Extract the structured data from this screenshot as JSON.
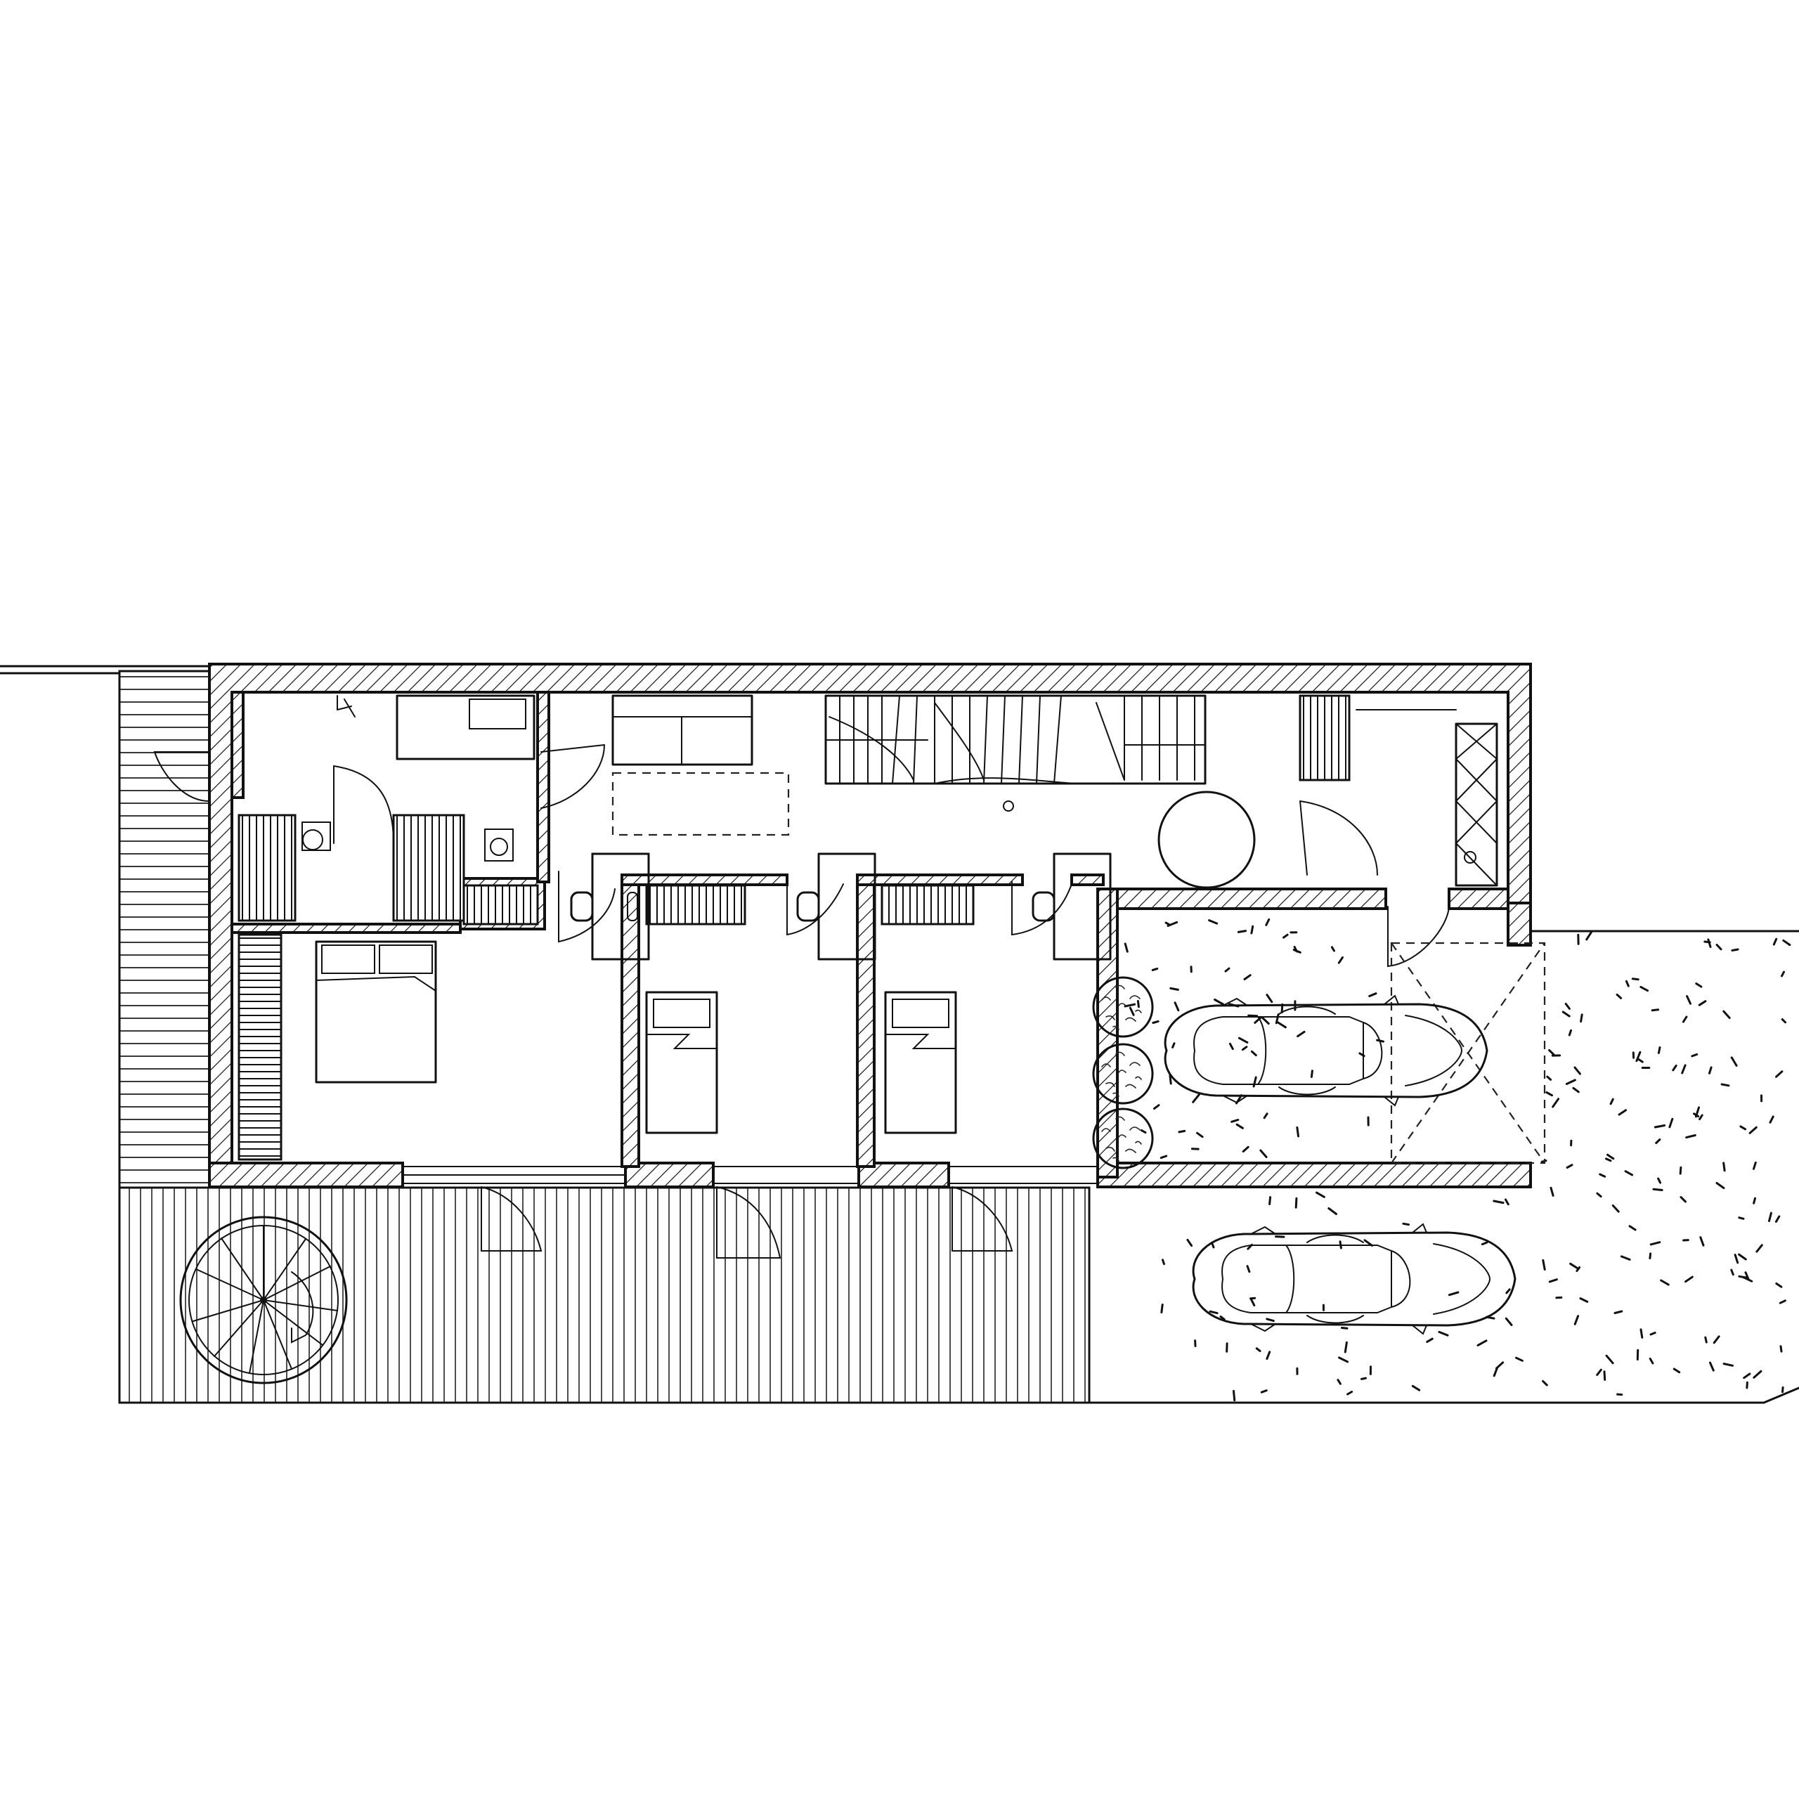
{
  "drawing": {
    "kind": "hand-drawn floor plan",
    "line_color": "#111111",
    "background_color": "#ffffff"
  },
  "rooms": [
    {
      "id": "entry-bathroom"
    },
    {
      "id": "living-hall"
    },
    {
      "id": "staircase"
    },
    {
      "id": "utility"
    },
    {
      "id": "master-bedroom"
    },
    {
      "id": "bedroom-2"
    },
    {
      "id": "bedroom-3"
    },
    {
      "id": "garage"
    },
    {
      "id": "terrace"
    },
    {
      "id": "driveway"
    }
  ],
  "counts": {
    "cars": 2,
    "shrubs": 3,
    "spiral_stairs": 1,
    "beds": 3,
    "desks": 3
  }
}
